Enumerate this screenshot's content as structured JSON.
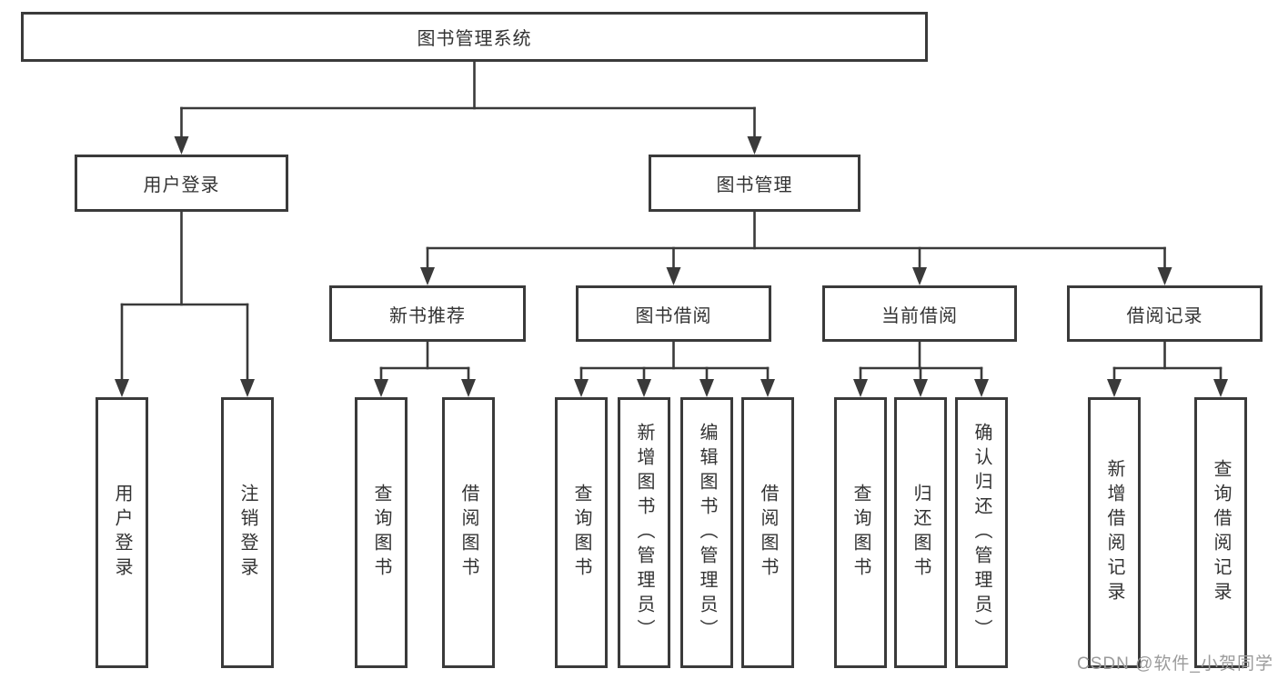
{
  "diagram": {
    "root": "图书管理系统",
    "level2": {
      "user_login": "用户登录",
      "book_mgmt": "图书管理"
    },
    "level3": {
      "new_books": "新书推荐",
      "book_borrow": "图书借阅",
      "current_borrow": "当前借阅",
      "borrow_records": "借阅记录"
    },
    "leaves": {
      "user_login_leaf": "用户登录",
      "logout": "注销登录",
      "nb_query": "查询图书",
      "nb_borrow": "借阅图书",
      "bb_query": "查询图书",
      "bb_add": "新增图书（管理员）",
      "bb_edit": "编辑图书（管理员）",
      "bb_borrow": "借阅图书",
      "cb_query": "查询图书",
      "cb_return": "归还图书",
      "cb_confirm": "确认归还（管理员）",
      "br_add": "新增借阅记录",
      "br_query": "查询借阅记录"
    }
  },
  "watermark": "CSDN @软件_小贺同学",
  "colors": {
    "line": "#3a3a3a",
    "box_border": "#3a3a3a",
    "text": "#333333",
    "watermark": "#9b9b9b",
    "background": "#ffffff"
  }
}
